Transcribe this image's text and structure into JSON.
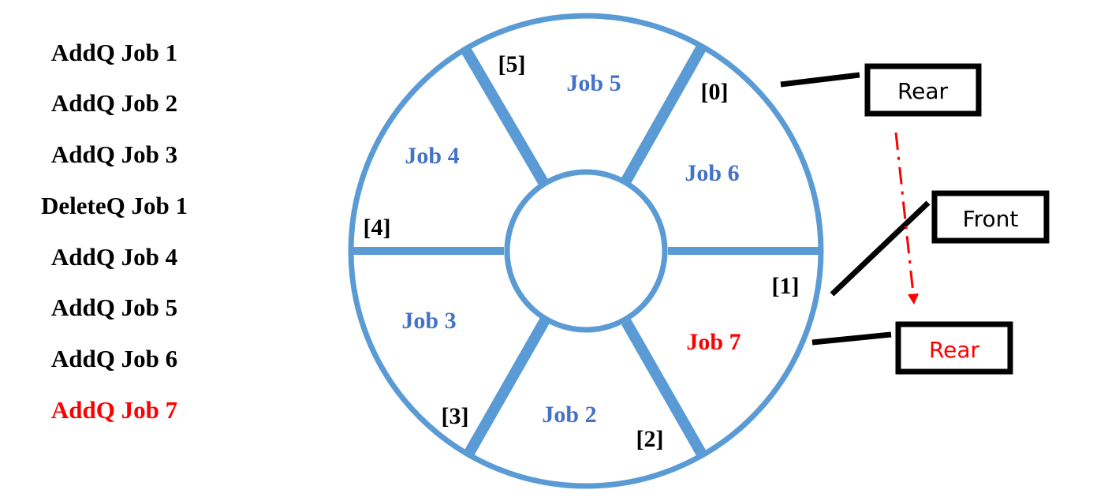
{
  "colors": {
    "ring": "#5B9BD5",
    "job": "#4472C4",
    "new_job": "#FF0000",
    "text": "#000000",
    "arrow": "#FF0000"
  },
  "operations": [
    {
      "label": "AddQ Job 1",
      "color": "#000000"
    },
    {
      "label": "AddQ Job 2",
      "color": "#000000"
    },
    {
      "label": "AddQ Job 3",
      "color": "#000000"
    },
    {
      "label": "DeleteQ Job 1",
      "color": "#000000"
    },
    {
      "label": "AddQ Job 4",
      "color": "#000000"
    },
    {
      "label": "AddQ Job 5",
      "color": "#000000"
    },
    {
      "label": "AddQ Job 6",
      "color": "#000000"
    },
    {
      "label": "AddQ Job 7",
      "color": "#FF0000"
    }
  ],
  "queue": {
    "slots": [
      {
        "index": "[0]",
        "job": "Job 6",
        "job_color": "#4472C4"
      },
      {
        "index": "[1]",
        "job": "Job 7",
        "job_color": "#FF0000"
      },
      {
        "index": "[2]",
        "job": "Job 2",
        "job_color": "#4472C4"
      },
      {
        "index": "[3]",
        "job": "Job 3",
        "job_color": "#4472C4"
      },
      {
        "index": "[4]",
        "job": "Job 4",
        "job_color": "#4472C4"
      },
      {
        "index": "[5]",
        "job": "Job 5",
        "job_color": "#4472C4"
      }
    ]
  },
  "pointers": {
    "rear_old": "Rear",
    "front": "Front",
    "rear_new": "Rear"
  }
}
